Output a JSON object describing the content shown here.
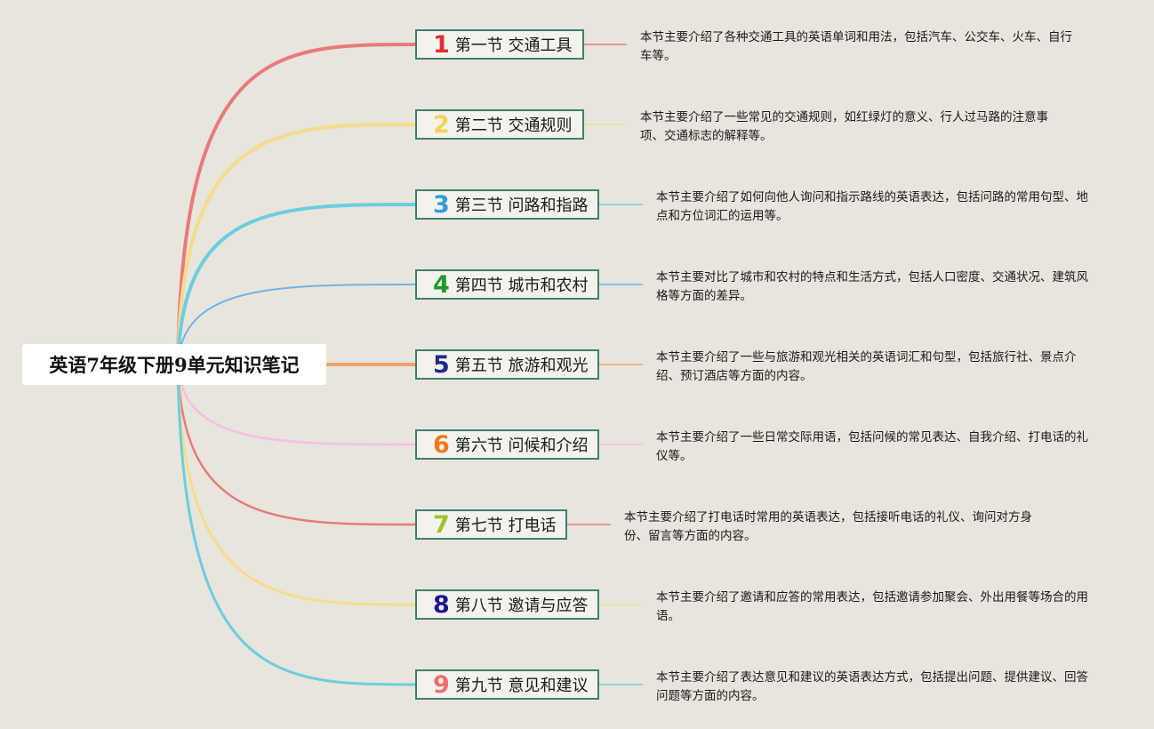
{
  "root": {
    "title": "英语7年级下册9单元知识笔记"
  },
  "sections": [
    {
      "num": "1",
      "label": "第一节 交通工具",
      "color": "#e0303a",
      "desc": "本节主要介绍了各种交通工具的英语单词和用法，包括汽车、公交车、火车、自行车等。"
    },
    {
      "num": "2",
      "label": "第二节 交通规则",
      "color": "#f2d25a",
      "desc": "本节主要介绍了一些常见的交通规则，如红绿灯的意义、行人过马路的注意事项、交通标志的解释等。"
    },
    {
      "num": "3",
      "label": "第三节 问路和指路",
      "color": "#2f9fd8",
      "desc": "本节主要介绍了如何向他人询问和指示路线的英语表达，包括问路的常用句型、地点和方位词汇的运用等。"
    },
    {
      "num": "4",
      "label": "第四节 城市和农村",
      "color": "#1e9a2e",
      "desc": "本节主要对比了城市和农村的特点和生活方式，包括人口密度、交通状况、建筑风格等方面的差异。"
    },
    {
      "num": "5",
      "label": "第五节 旅游和观光",
      "color": "#1f2b88",
      "desc": "本节主要介绍了一些与旅游和观光相关的英语词汇和句型，包括旅行社、景点介绍、预订酒店等方面的内容。"
    },
    {
      "num": "6",
      "label": "第六节 问候和介绍",
      "color": "#f07818",
      "desc": "本节主要介绍了一些日常交际用语，包括问候的常见表达、自我介绍、打电话的礼仪等。"
    },
    {
      "num": "7",
      "label": "第七节 打电话",
      "color": "#9cc42a",
      "desc": "本节主要介绍了打电话时常用的英语表达，包括接听电话的礼仪、询问对方身份、留言等方面的内容。"
    },
    {
      "num": "8",
      "label": "第八节 邀请与应答",
      "color": "#1a1590",
      "desc": "本节主要介绍了邀请和应答的常用表达，包括邀请参加聚会、外出用餐等场合的用语。"
    },
    {
      "num": "9",
      "label": "第九节 意见和建议",
      "color": "#f26d6d",
      "desc": "本节主要介绍了表达意见和建议的英语表达方式，包括提出问题、提供建议、回答问题等方面的内容。"
    }
  ],
  "branch_colors": [
    "#e87a7c",
    "#f5dc8c",
    "#6ccde0",
    "#6fb2e8",
    "#f0a36a",
    "#f5bfe3",
    "#e87a7c",
    "#f5dc8c",
    "#6ccde0"
  ]
}
